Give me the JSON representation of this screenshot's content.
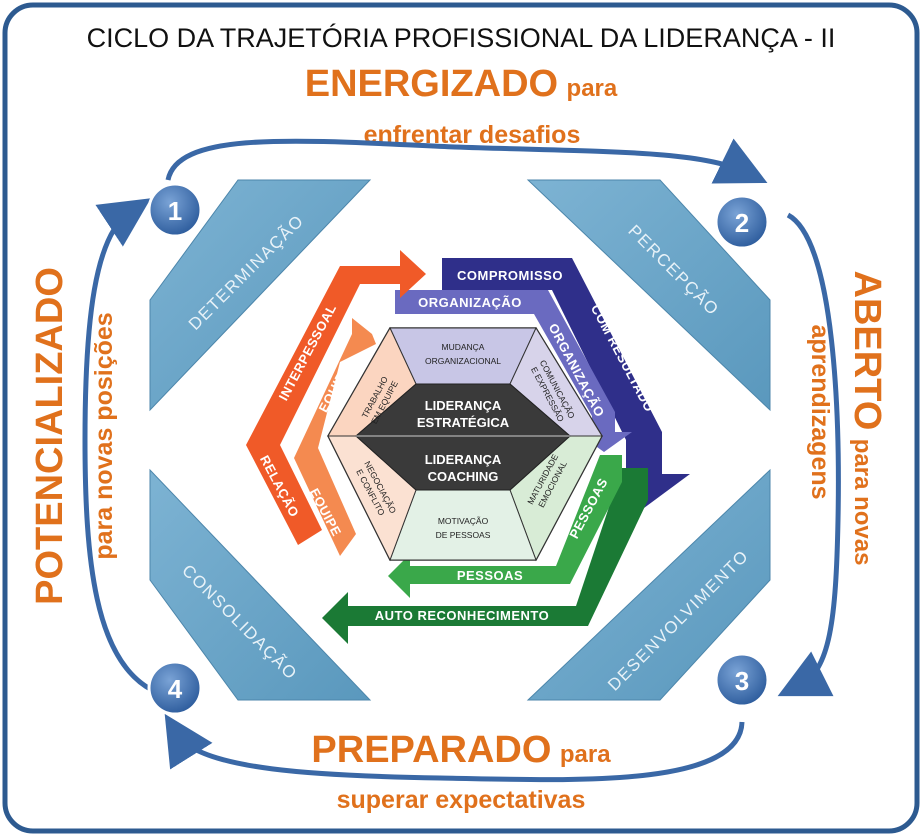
{
  "title": "CICLO DA TRAJETÓRIA PROFISSIONAL DA LIDERANÇA - II",
  "phases": {
    "top": {
      "big": "ENERGIZADO",
      "small": "para",
      "line2": "enfrentar desafios"
    },
    "right": {
      "big": "ABERTO",
      "small": "para novas",
      "line2": "aprendizagens"
    },
    "bottom": {
      "big": "PREPARADO",
      "small": "para",
      "line2": "superar expectativas"
    },
    "left": {
      "big": "POTENCIALIZADO",
      "line2": "para novas posições"
    }
  },
  "steps": [
    "1",
    "2",
    "3",
    "4"
  ],
  "banners": [
    "DETERMINAÇÃO",
    "PERCEPÇÃO",
    "DESENVOLVIMENTO",
    "CONSOLIDAÇÃO"
  ],
  "arrows": {
    "compromisso": "COMPROMISSO",
    "com_resultado": "COM RESULTADO",
    "organizacao_top": "ORGANIZAÇÃO",
    "organizacao_side": "ORGANIZAÇÃO",
    "pessoas_side": "PESSOAS",
    "pessoas_bottom": "PESSOAS",
    "auto_reconhecimento": "AUTO RECONHECIMENTO",
    "interpessoal": "INTERPESSOAL",
    "relacao": "RELAÇÃO",
    "equipe_upper": "EQUIPE",
    "equipe_lower": "EQUIPE"
  },
  "hexagon": {
    "top_l1": "MUDANÇA",
    "top_l2": "ORGANIZACIONAL",
    "upper_right_l1": "COMUNICAÇÃO",
    "upper_right_l2": "E EXPRESSÃO",
    "lower_right_l1": "MATURIDADE",
    "lower_right_l2": "EMOCIONAL",
    "bottom_l1": "MOTIVAÇÃO",
    "bottom_l2": "DE PESSOAS",
    "lower_left_l1": "NEGOCIAÇÃO",
    "lower_left_l2": "E CONFLITO",
    "upper_left_l1": "TRABALHO",
    "upper_left_l2": "EM EQUIPE",
    "center_top_l1": "LIDERANÇA",
    "center_top_l2": "ESTRATÉGICA",
    "center_bottom_l1": "LIDERANÇA",
    "center_bottom_l2": "COACHING"
  },
  "colors": {
    "border": "#2d5a90",
    "banner": "#6aa6c8",
    "circle": "#3d6fae",
    "orange_text": "#e0711c",
    "compromisso": "#2f2f8a",
    "organizacao": "#6a6ac0",
    "pessoas_dark": "#1b7a35",
    "pessoas_light": "#3aa84a",
    "interpessoal": "#f05a28",
    "equipe": "#f48a50"
  }
}
